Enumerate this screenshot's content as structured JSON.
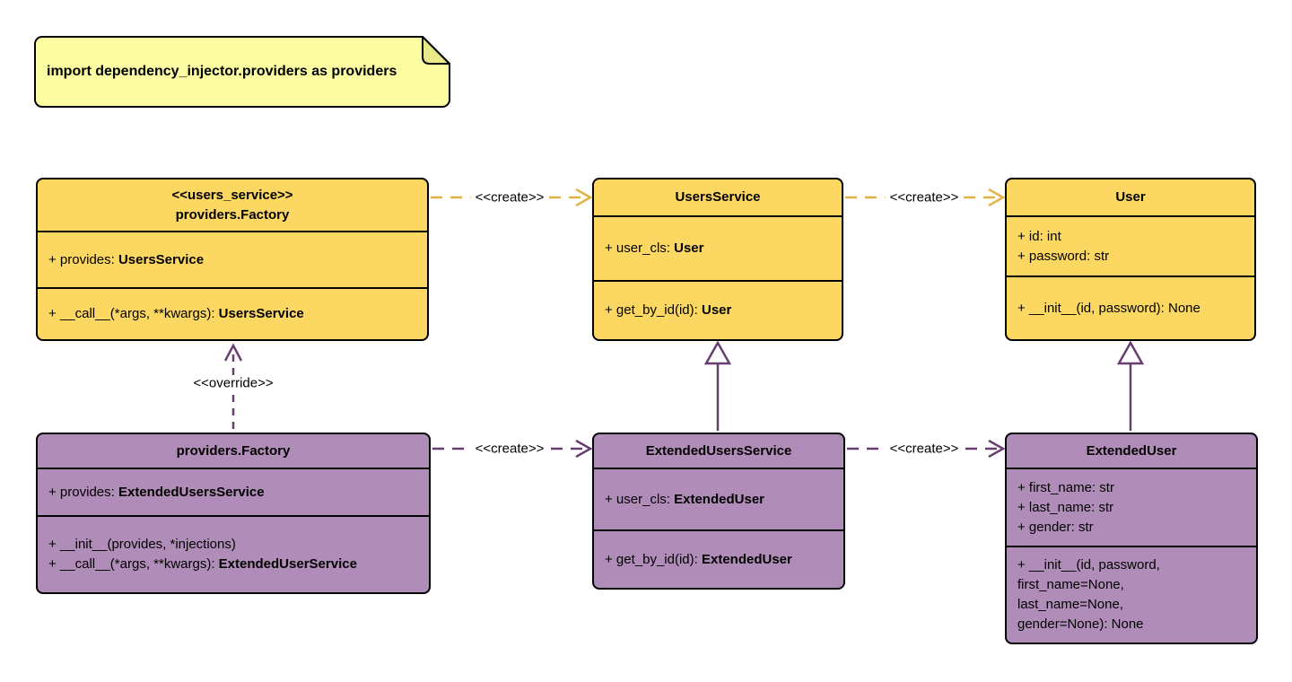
{
  "note": {
    "text": "import dependency_injector.providers as providers"
  },
  "colors": {
    "class_yellow_fill": "#FCD862",
    "class_purple_fill": "#B08DB8",
    "note_fill": "#FCFCA2",
    "note_fold": "#E9E98A",
    "arrow_yellow": "#E0B24A",
    "arrow_purple": "#683E70",
    "border": "#000000",
    "triangle_fill": "#FFFFFF"
  },
  "classes": [
    {
      "name": "providers.Factory (users_service)",
      "theme": "yellow",
      "title_lines": [
        "<<users_service>>",
        "providers.Factory"
      ],
      "attributes": [
        [
          {
            "t": "+ provides: "
          },
          {
            "t": "UsersService",
            "b": true
          }
        ]
      ],
      "methods": [
        [
          {
            "t": "+ __call__(*args, **kwargs): "
          },
          {
            "t": "UsersService",
            "b": true
          }
        ]
      ]
    },
    {
      "name": "UsersService",
      "theme": "yellow",
      "title_lines": [
        "UsersService"
      ],
      "attributes": [
        [
          {
            "t": "+ user_cls: "
          },
          {
            "t": "User",
            "b": true
          }
        ]
      ],
      "methods": [
        [
          {
            "t": "+ get_by_id(id): "
          },
          {
            "t": "User",
            "b": true
          }
        ]
      ]
    },
    {
      "name": "User",
      "theme": "yellow",
      "title_lines": [
        "User"
      ],
      "attributes": [
        [
          {
            "t": "+ id: int"
          }
        ],
        [
          {
            "t": "+ password: str"
          }
        ]
      ],
      "methods": [
        [
          {
            "t": "+ __init__(id, password): None"
          }
        ]
      ]
    },
    {
      "name": "providers.Factory (override)",
      "theme": "purple",
      "title_lines": [
        "providers.Factory"
      ],
      "attributes": [
        [
          {
            "t": "+ provides: "
          },
          {
            "t": "ExtendedUsersService",
            "b": true
          }
        ]
      ],
      "methods": [
        [
          {
            "t": "+ __init__(provides, *injections)"
          }
        ],
        [
          {
            "t": "+ __call__(*args, **kwargs): "
          },
          {
            "t": "ExtendedUserService",
            "b": true
          }
        ]
      ]
    },
    {
      "name": "ExtendedUsersService",
      "theme": "purple",
      "title_lines": [
        "ExtendedUsersService"
      ],
      "attributes": [
        [
          {
            "t": "+ user_cls: "
          },
          {
            "t": "ExtendedUser",
            "b": true
          }
        ]
      ],
      "methods": [
        [
          {
            "t": "+ get_by_id(id): "
          },
          {
            "t": "ExtendedUser",
            "b": true
          }
        ]
      ]
    },
    {
      "name": "ExtendedUser",
      "theme": "purple",
      "title_lines": [
        "ExtendedUser"
      ],
      "attributes": [
        [
          {
            "t": "+ first_name: str"
          }
        ],
        [
          {
            "t": "+ last_name: str"
          }
        ],
        [
          {
            "t": "+ gender: str"
          }
        ]
      ],
      "methods": [
        [
          {
            "t": "+ __init__(id, password,"
          }
        ],
        [
          {
            "t": "first_name=None,"
          }
        ],
        [
          {
            "t": "last_name=None,"
          }
        ],
        [
          {
            "t": "gender=None): None"
          }
        ]
      ]
    }
  ],
  "connectors": {
    "create_top_left": {
      "label": "<<create>>",
      "style": "dashed-open-arrow",
      "color": "yellow"
    },
    "create_top_right": {
      "label": "<<create>>",
      "style": "dashed-open-arrow",
      "color": "yellow"
    },
    "override": {
      "label": "<<override>>",
      "style": "dashed-open-arrow",
      "color": "purple"
    },
    "create_bottom_left": {
      "label": "<<create>>",
      "style": "dashed-open-arrow",
      "color": "purple"
    },
    "create_bottom_right": {
      "label": "<<create>>",
      "style": "dashed-open-arrow",
      "color": "purple"
    },
    "inherit_users_service": {
      "label": "",
      "style": "solid-hollow-triangle",
      "color": "purple"
    },
    "inherit_user": {
      "label": "",
      "style": "solid-hollow-triangle",
      "color": "purple"
    }
  }
}
